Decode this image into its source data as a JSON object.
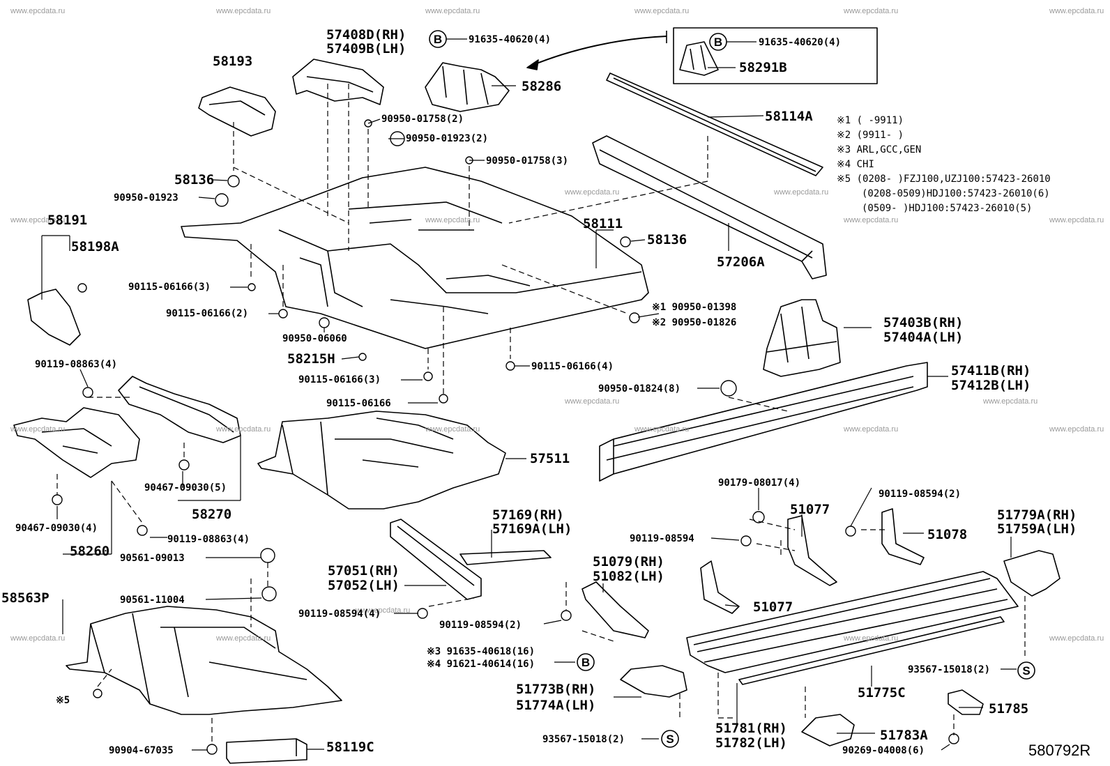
{
  "watermark": "www.epcdata.ru",
  "diagram_code": "580792R",
  "callout_letters": {
    "b": "B",
    "s": "S"
  },
  "notes": {
    "n1": "※1 (    -9911)",
    "n2": "※2 (9911-    )",
    "n3": "※3 ARL,GCC,GEN",
    "n4": "※4 CHI",
    "n5a": "※5 (0208-    )FZJ100,UZJ100:57423-26010",
    "n5b": "(0208-0509)HDJ100:57423-26010(6)",
    "n5c": "(0509-    )HDJ100:57423-26010(5)"
  },
  "labels": {
    "p57408": "57408D(RH)",
    "p57409": "57409B(LH)",
    "p91635a": "91635-40620(4)",
    "p91635b": "91635-40620(4)",
    "p58291": "58291B",
    "p58193": "58193",
    "p58286": "58286",
    "p909501758a": "90950-01758(2)",
    "p909501923a": "90950-01923(2)",
    "p909501758b": "90950-01758(3)",
    "p58114": "58114A",
    "p58136a": "58136",
    "p909501923b": "90950-01923",
    "p58191": "58191",
    "p58198": "58198A",
    "p58111": "58111",
    "p58136b": "58136",
    "p57206": "57206A",
    "p901150616a": "90115-06166(3)",
    "p901150616b": "90115-06166(2)",
    "p909501398": "※1 90950-01398",
    "p909501826": "※2 90950-01826",
    "p909500606": "90950-06060",
    "p57403": "57403B(RH)",
    "p57404": "57404A(LH)",
    "p58215": "58215H",
    "p901190886a": "90119-08863(4)",
    "p901150616c": "90115-06166(4)",
    "p901150616d": "90115-06166(3)",
    "p57411": "57411B(RH)",
    "p57412": "57412B(LH)",
    "p909501824": "90950-01824(8)",
    "p901150616e": "90115-06166",
    "p57511": "57511",
    "p904670903a": "90467-09030(5)",
    "p58270": "58270",
    "p901790801": "90179-08017(4)",
    "p901190859a": "90119-08594(2)",
    "p904670903b": "90467-09030(4)",
    "p57169": "57169(RH)",
    "p57169a": "57169A(LH)",
    "p51077a": "51077",
    "p51078": "51078",
    "p51779": "51779A(RH)",
    "p51759": "51759A(LH)",
    "p901190886b": "90119-08863(4)",
    "p58260": "58260",
    "p901190859b": "90119-08594",
    "p905610901": "90561-09013",
    "p51079": "51079(RH)",
    "p51082": "51082(LH)",
    "p57051": "57051(RH)",
    "p57052": "57052(LH)",
    "p58563": "58563P",
    "p905611100": "90561-11004",
    "p51077b": "51077",
    "p901190859c": "90119-08594(4)",
    "p901190859d": "90119-08594(2)",
    "p916354061": "※3 91635-40618(16)",
    "p916214061": "※4 91621-40614(16)",
    "p935671501a": "93567-15018(2)",
    "p51775": "51775C",
    "p51773": "51773B(RH)",
    "p51774": "51774A(LH)",
    "p51785": "51785",
    "p5": "※5",
    "p935671501b": "93567-15018(2)",
    "p51781": "51781(RH)",
    "p51782": "51782(LH)",
    "p51783": "51783A",
    "p909046703": "90904-67035",
    "p58119": "58119C",
    "p902690400": "90269-04008(6)"
  }
}
